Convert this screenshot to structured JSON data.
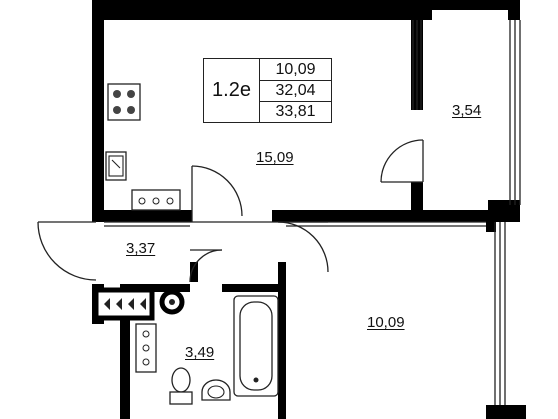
{
  "apartment": {
    "code": "1.2e",
    "areas": [
      "10,09",
      "32,04",
      "33,81"
    ]
  },
  "rooms": [
    {
      "id": "living",
      "area": "15,09"
    },
    {
      "id": "balcony",
      "area": "3,54"
    },
    {
      "id": "hallway",
      "area": "3,37"
    },
    {
      "id": "bedroom",
      "area": "10,09"
    },
    {
      "id": "bathroom",
      "area": "3,49"
    }
  ],
  "colors": {
    "wall": "#000000",
    "line": "#222222",
    "background": "#ffffff"
  }
}
